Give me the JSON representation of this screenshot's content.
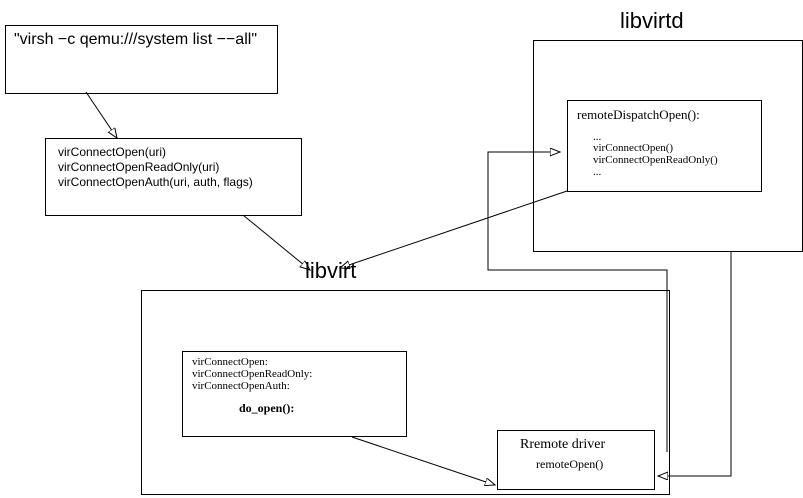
{
  "diagram": {
    "title_visible": false,
    "groups": [
      {
        "id": "libvirtd",
        "label": "libvirtd"
      },
      {
        "id": "libvirt",
        "label": "libvirt"
      }
    ],
    "boxes": {
      "command": {
        "name": "virsh-command-box",
        "lines": [
          "\"virsh −c qemu:///system list −−all\""
        ]
      },
      "api": {
        "name": "libvirt-public-api-box",
        "lines": [
          "virConnectOpen(uri)",
          "virConnectOpenReadOnly(uri)",
          "virConnectOpenAuth(uri, auth, flags)"
        ]
      },
      "remote_dispatch": {
        "name": "remote-dispatch-open-box",
        "header": "remoteDispatchOpen():",
        "lines": [
          "...",
          "virConnectOpen()",
          "virConnectOpenReadOnly()",
          "..."
        ]
      },
      "driver_impl": {
        "name": "libvirt-driver-impl-box",
        "lines": [
          "virConnectOpen:",
          "virConnectOpenReadOnly:",
          "virConnectOpenAuth:"
        ],
        "emphasis": "do_open():"
      },
      "remote_driver": {
        "name": "remote-driver-box",
        "title": "Rremote driver",
        "subtitle": "remoteOpen()"
      }
    },
    "colors": {
      "stroke": "#000000",
      "background": "#ffffff"
    }
  }
}
